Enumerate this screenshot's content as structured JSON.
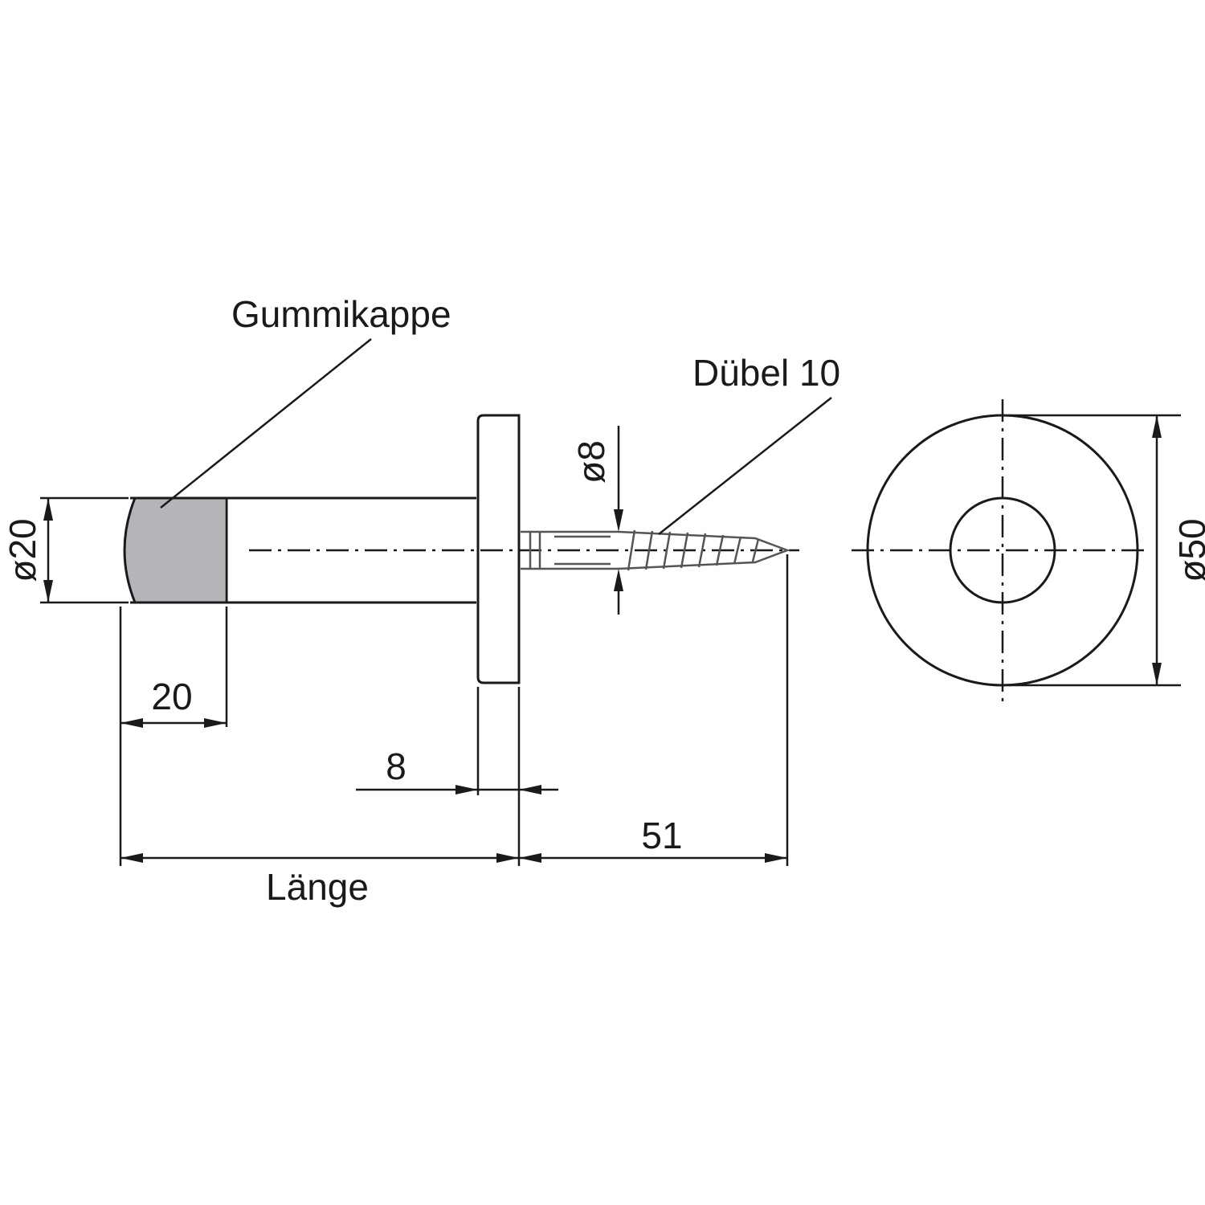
{
  "labels": {
    "rubber_cap": "Gummikappe",
    "dowel": "Dübel 10",
    "dia_shaft": "ø20",
    "dia_screw": "ø8",
    "dia_plate": "ø50",
    "cap_length": "20",
    "plate_thickness": "8",
    "screw_length": "51",
    "length": "Länge"
  },
  "colors": {
    "line": "#1a1a1a",
    "rubber_cap_fill": "#b4b5b8",
    "screw": "#555555"
  }
}
